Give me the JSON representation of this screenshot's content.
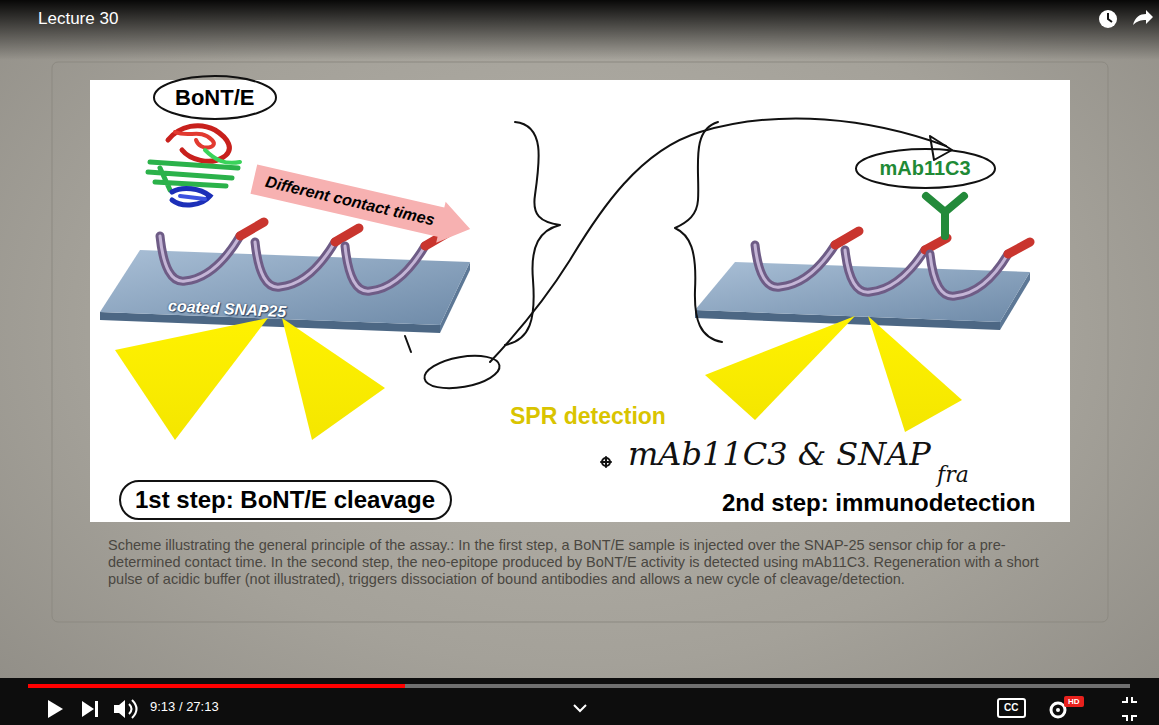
{
  "diagram": {
    "title": "Lecture 30",
    "caption": "Scheme illustrating the general principle of the assay.: In the first step, a BoNT/E sample is injected over the SNAP-25 sensor chip for a pre-determined contact time. In the second step, the neo-epitope produced by BoNT/E activity is detected using mAb11C3. Regeneration with a short pulse of acidic buffer (not illustrated), triggers dissociation of bound antibodies and allows a new cycle of cleavage/detection.",
    "nodes": [
      {
        "text": [
          "BoNT/E"
        ]
      },
      {
        "text": [
          "Different contact times"
        ]
      },
      {
        "text": [
          "mAb11C3"
        ]
      },
      {
        "text": [
          "1st step: BoNT/E cleavage"
        ]
      }
    ],
    "labels": [
      "coated SNAP25",
      "SPR detection",
      "mAb11C3 & SNAP",
      "fra",
      "2nd step: immunodetection",
      "9:13 / 27:13",
      "CC",
      "HD"
    ]
  }
}
